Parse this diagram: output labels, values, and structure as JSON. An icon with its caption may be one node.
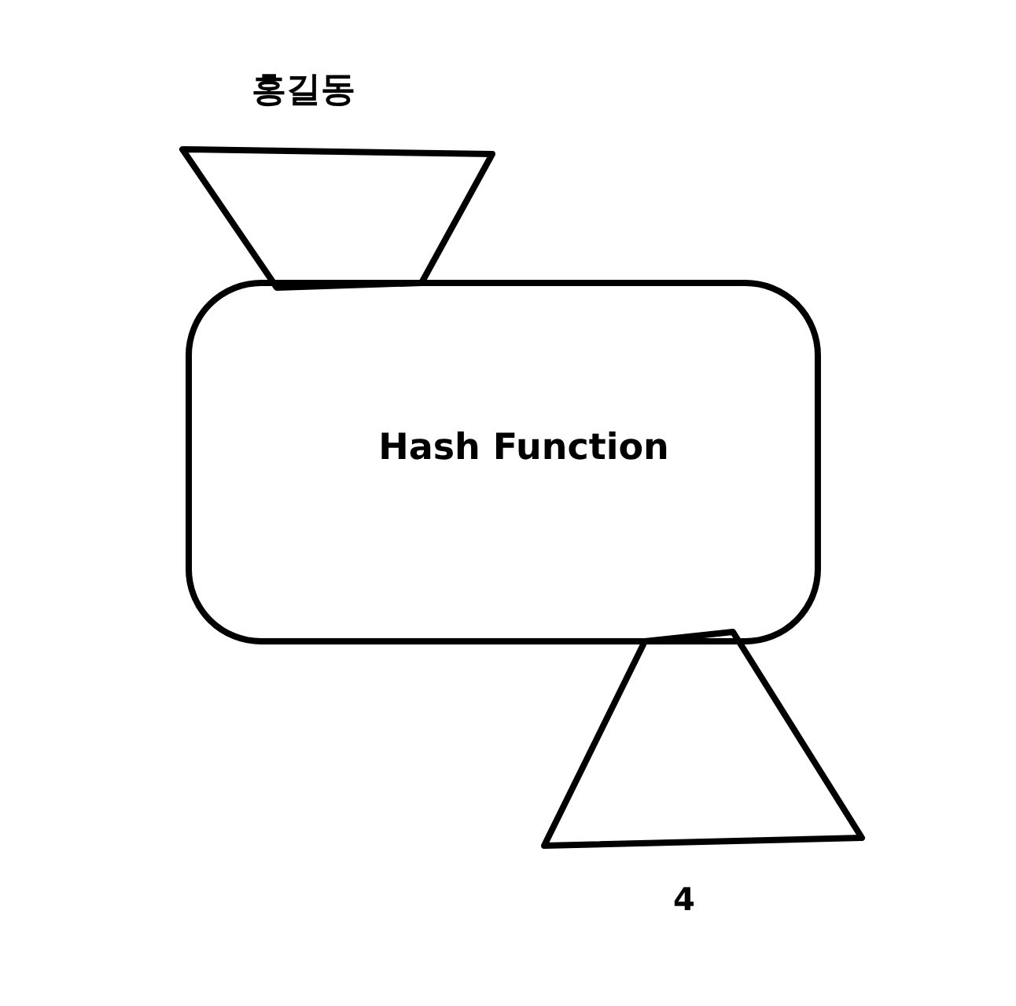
{
  "diagram": {
    "nodes": [
      {
        "text": [
          "홍길동"
        ]
      },
      {
        "text": [
          "Hash Function"
        ]
      },
      {
        "text": [
          "4"
        ]
      }
    ]
  }
}
